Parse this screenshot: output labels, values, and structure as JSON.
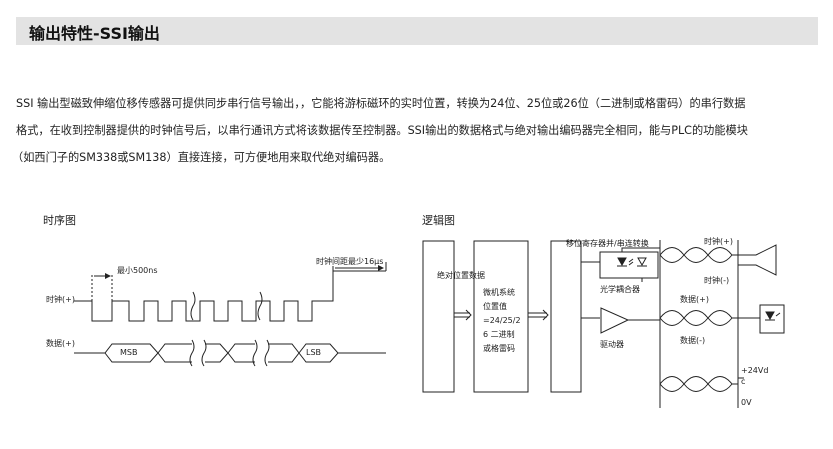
{
  "header": {
    "title": "输出特性-SSI输出"
  },
  "description": {
    "line1": "SSI 输出型磁致伸缩位移传感器可提供同步串行信号输出，，它能将游标磁环的实时位置，转换为24位、25位或26位（二进制或格雷码）的串行数据",
    "line2": "格式，在收到控制器提供的时钟信号后，以串行通讯方式将该数据传至控制器。SSI输出的数据格式与绝对输出编码器完全相同，能与PLC的功能模块",
    "line3": "（如西门子的SM338或SM138）直接连接，可方便地用来取代绝对编码器。"
  },
  "timing_diagram": {
    "title": "时序图",
    "min_pulse_label": "最小500ns",
    "clock_gap_label": "时钟间距最少16μs",
    "clock_label": "时钟(+)",
    "data_label": "数据(+)",
    "msb_label": "MSB",
    "lsb_label": "LSB"
  },
  "logic_diagram": {
    "title": "逻辑图",
    "absolute_position_label": "绝对位置数据",
    "microsystem_lines": [
      "微机系统",
      "位置值",
      "=24/25/2",
      "6 二进制",
      "或格雷码"
    ],
    "shift_register_label": "移位寄存器并/串连转换",
    "optocoupler_label": "光学耦合器",
    "driver_label": "驱动器",
    "clock_plus": "时钟(+)",
    "clock_minus": "时钟(-)",
    "data_plus": "数据(+)",
    "data_minus": "数据(-)",
    "supply_label": "+24Vd",
    "supply_suffix": "c",
    "ground_label": "0V"
  }
}
